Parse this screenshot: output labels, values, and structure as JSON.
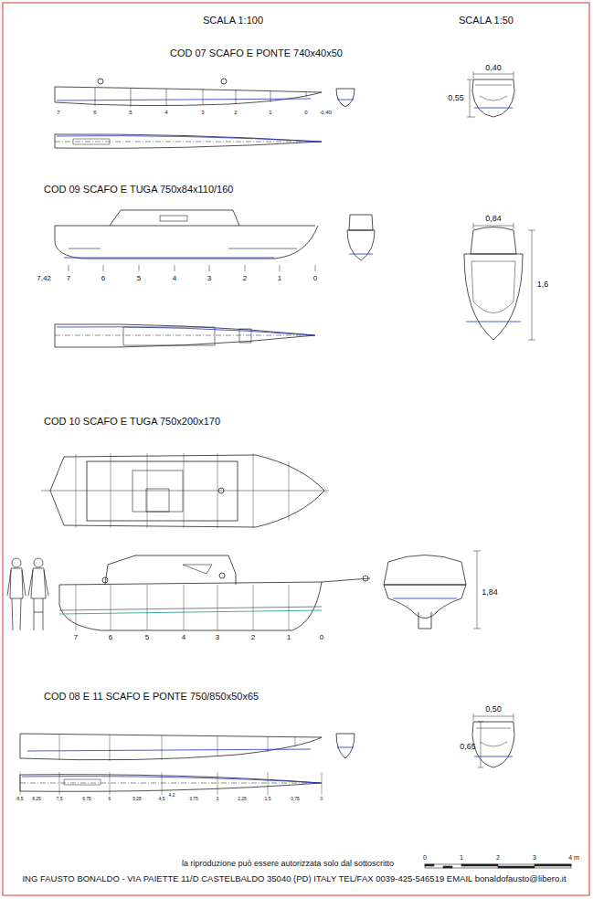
{
  "diagram": {
    "labels": [
      "SCALA 1:100",
      "SCALA 1:50",
      "COD 07 SCAFO E PONTE 740x40x50",
      "7",
      "6",
      "5",
      "4",
      "3",
      "2",
      "1",
      "0",
      "-0,40",
      "0,40",
      "0,55",
      "COD 09 SCAFO E TUGA 750x84x110/160",
      "7,42",
      "7",
      "6",
      "5",
      "4",
      "3",
      "2",
      "1",
      "0",
      "0,84",
      "1,6",
      "COD 10 SCAFO E TUGA 750x200x170",
      "7",
      "6",
      "5",
      "4",
      "3",
      "2",
      "1",
      "0",
      "1,84",
      "COD 08 E 11 SCAFO E PONTE 750/850x50x65",
      "0,50",
      "0,65",
      "8,5",
      "8,25",
      "7,5",
      "6,75",
      "6",
      "5,25",
      "4,5",
      "4,2",
      "3,75",
      "3",
      "2,25",
      "1,5",
      "0,75",
      "0",
      "la riproduzione può essere autorizzata solo dal sottoscritto",
      "ING FAUSTO BONALDO - VIA PAIETTE 11/D CASTELBALDO 35040 (PD) ITALY TEL/FAX 0039-425-546519 EMAIL bonaldofausto@libero.it",
      "0",
      "1",
      "2",
      "3",
      "4 m"
    ]
  }
}
